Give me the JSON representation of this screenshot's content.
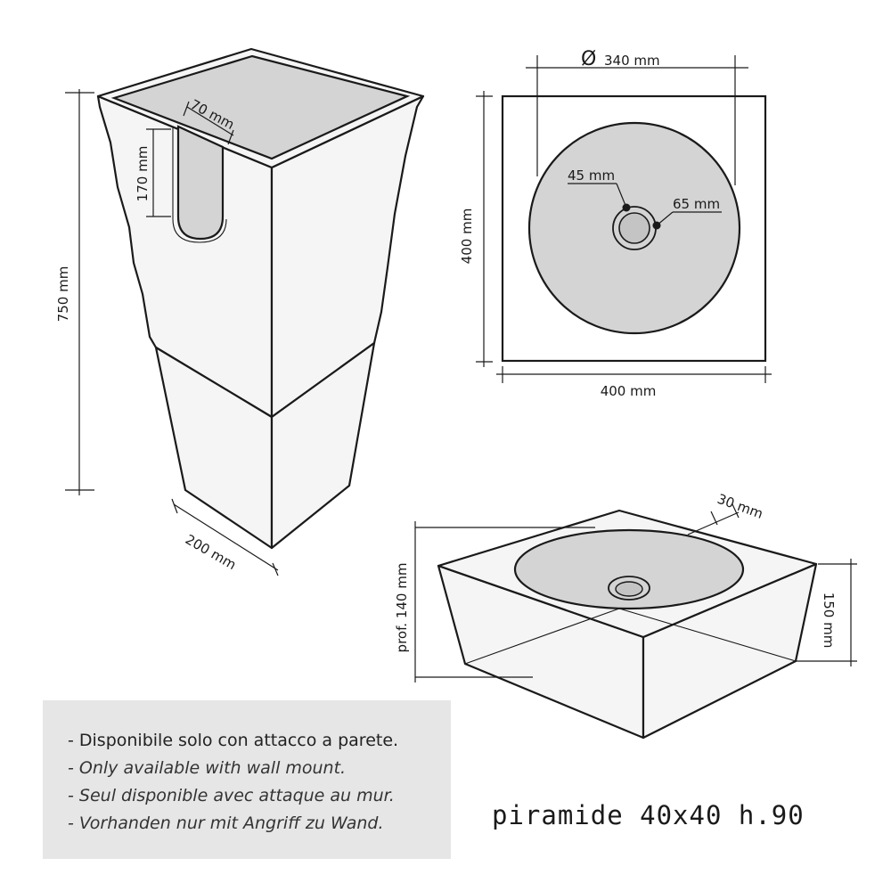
{
  "dimensions": {
    "height_total": "750 mm",
    "slot_width": "70 mm",
    "slot_depth": "170 mm",
    "base_side": "200 mm",
    "bowl_diameter": "340 mm",
    "drain_small": "45 mm",
    "drain_large": "65 mm",
    "top_height": "400 mm",
    "top_width": "400 mm",
    "rim": "30 mm",
    "depth": "prof. 140 mm",
    "basin_height": "150 mm"
  },
  "diameter_symbol": "Ø",
  "notes": [
    "- Disponibile solo con attacco a parete.",
    "- Only available with wall mount.",
    "- Seul disponible avec attaque au mur.",
    "- Vorhanden nur mit Angriff zu Wand."
  ],
  "model": "piramide 40x40 h.90",
  "colors": {
    "stroke": "#1a1a1a",
    "fill": "#f5f5f5",
    "bowl": "#d4d4d4",
    "note_bg": "#e6e6e6"
  }
}
